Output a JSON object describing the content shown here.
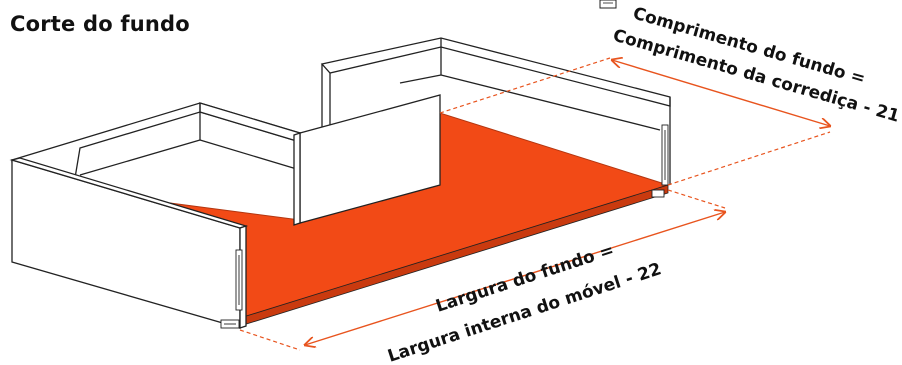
{
  "title": "Corte do fundo",
  "dimensions": {
    "length": {
      "line1": "Comprimento do fundo =",
      "line2": "Comprimento da corrediça - 21"
    },
    "width": {
      "line1": "Largura do fundo =",
      "line2": "Largura interna do móvel - 22"
    }
  },
  "colors": {
    "bottom_panel": "#f24a16",
    "dimension_line": "#e8541e",
    "panel_stroke": "#222222",
    "panel_fill": "#ffffff"
  }
}
